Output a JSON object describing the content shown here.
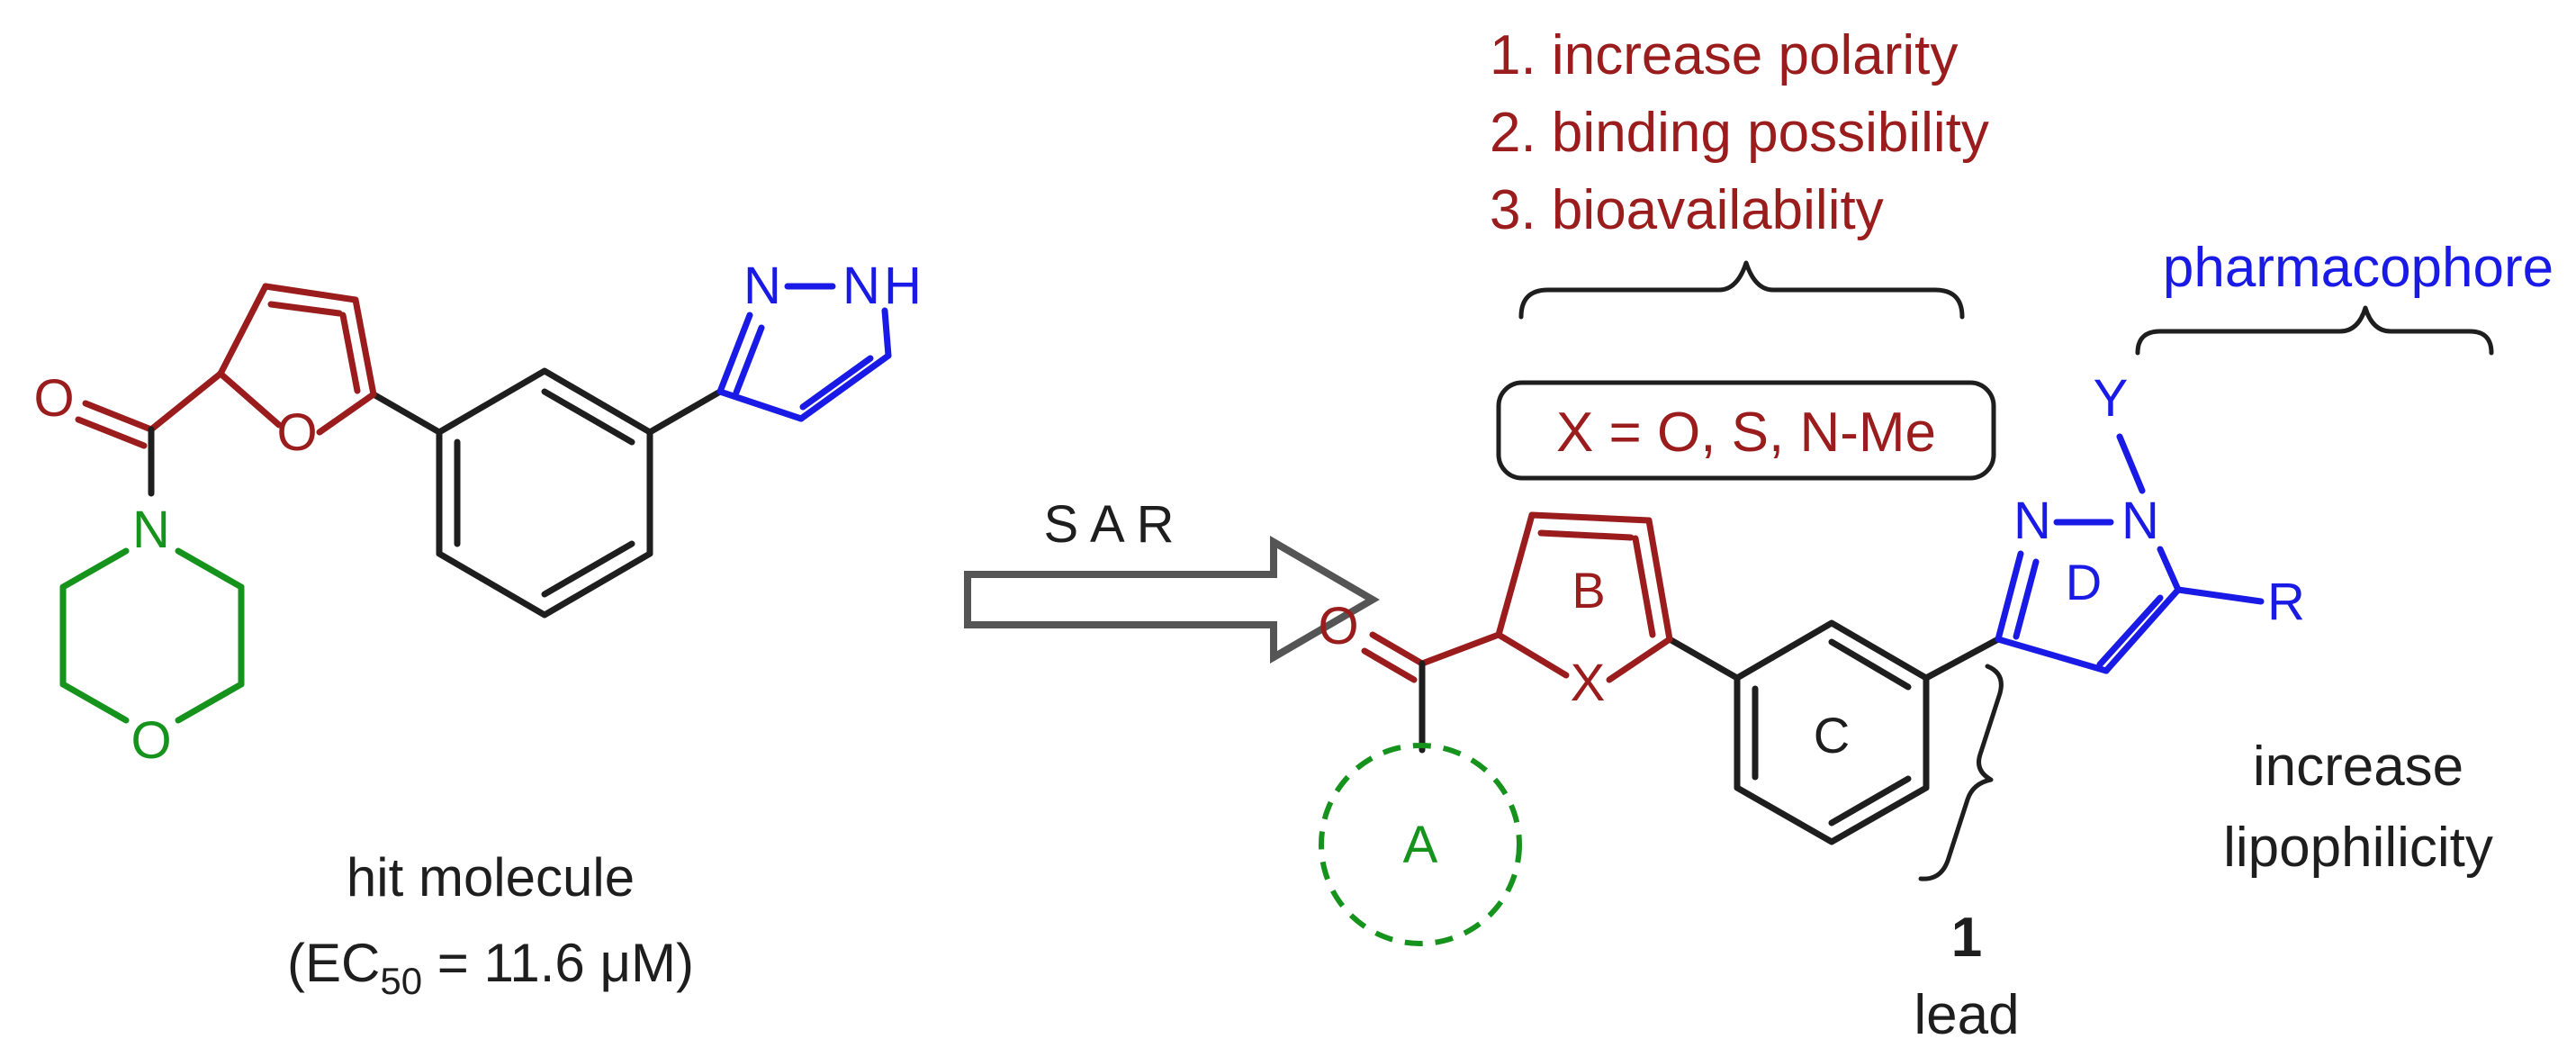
{
  "colors": {
    "black": "#1e1e1e",
    "red": "#9b1c1c",
    "blue": "#1a1ae6",
    "green": "#16931c"
  },
  "hit": {
    "caption_line1": "hit molecule",
    "caption_ec_open": "(EC",
    "caption_ec_sub": "50",
    "caption_ec_close": " = 11.6 μM)",
    "atoms": {
      "carbonyl_o": "O",
      "furan_o": "O",
      "morpholine_n": "N",
      "morpholine_o": "O",
      "pyrazole_n": "N",
      "pyrazole_nh": "N",
      "pyrazole_h": "H"
    }
  },
  "arrow": {
    "label": "S A R"
  },
  "lead": {
    "goals": [
      "1. increase polarity",
      "2. binding possibility",
      "3. bioavailability"
    ],
    "x_options": "X = O, S, N-Me",
    "pharmacophore": "pharmacophore",
    "lipophilicity_line1": "increase",
    "lipophilicity_line2": "lipophilicity",
    "compound_number": "1",
    "compound_role": "lead",
    "ring_labels": {
      "a": "A",
      "b": "B",
      "c": "C",
      "d": "D"
    },
    "atoms": {
      "carbonyl_o": "O",
      "ring_x": "X",
      "pyrazole_n1": "N",
      "pyrazole_n2": "N",
      "substituent_y": "Y",
      "substituent_r": "R"
    }
  }
}
